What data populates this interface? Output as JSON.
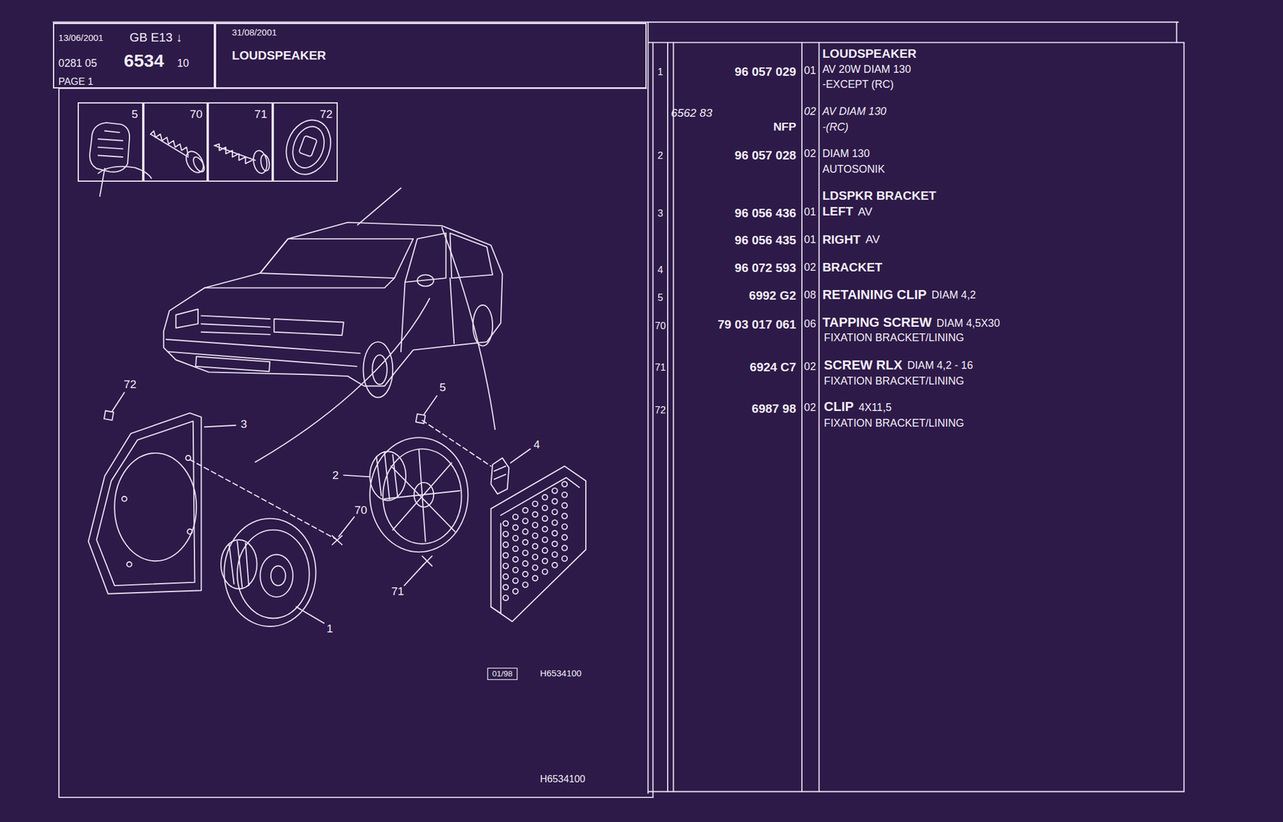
{
  "diagram": {
    "nodes": [
      {
        "text": [
          "13/06/2001",
          "GB E13 ↓",
          "0281 05",
          "6534",
          "10",
          "PAGE 1"
        ]
      },
      {
        "text": [
          "31/08/2001",
          "LOUDSPEAKER"
        ]
      },
      {
        "text": [
          "5"
        ]
      },
      {
        "text": [
          "70"
        ]
      },
      {
        "text": [
          "71"
        ]
      },
      {
        "text": [
          "72"
        ]
      }
    ],
    "labels": [
      "72",
      "3",
      "5",
      "4",
      "70",
      "2",
      "71",
      "1",
      "01/98",
      "H6534100",
      "H6534100",
      "1",
      "96 057 029",
      "01",
      "LOUDSPEAKER",
      "AV 20W DIAM 130",
      "-EXCEPT (RC)",
      "6562 83",
      "NFP",
      "02",
      "AV DIAM 130",
      "-(RC)",
      "2",
      "96 057 028",
      "02",
      "DIAM 130",
      "AUTOSONIK",
      "LDSPKR BRACKET",
      "3",
      "96 056 436",
      "01",
      "LEFT",
      "AV",
      "96 056 435",
      "01",
      "RIGHT",
      "AV",
      "4",
      "96 072 593",
      "02",
      "BRACKET",
      "5",
      "6992 G2",
      "08",
      "RETAINING CLIP",
      "DIAM 4,2",
      "70",
      "79 03 017 061",
      "06",
      "TAPPING SCREW",
      "DIAM 4,5X30",
      "FIXATION BRACKET/LINING",
      "71",
      "6924 C7",
      "02",
      "SCREW RLX",
      "DIAM 4,2 - 16",
      "FIXATION BRACKET/LINING",
      "72",
      "6987 98",
      "02",
      "CLIP",
      "4X11,5",
      "FIXATION BRACKET/LINING"
    ]
  }
}
